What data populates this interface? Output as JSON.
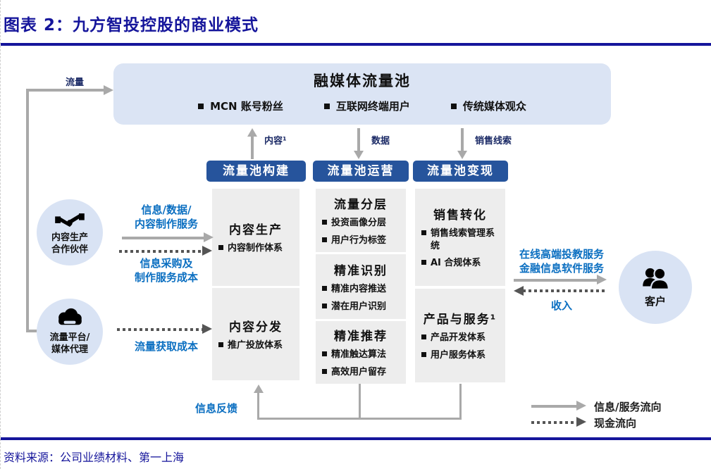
{
  "page": {
    "title": "图表 2：九方智投控股的商业模式",
    "source": "资料来源：公司业绩材料、第一上海"
  },
  "pool": {
    "title": "融媒体流量池",
    "items": [
      "MCN 账号粉丝",
      "互联网终端用户",
      "传统媒体观众"
    ]
  },
  "stages": [
    {
      "header": "流量池构建",
      "boxes": [
        {
          "title": "内容生产",
          "bullets": [
            "内容制作体系"
          ]
        },
        {
          "title": "内容分发",
          "bullets": [
            "推广投放体系"
          ]
        }
      ]
    },
    {
      "header": "流量池运营",
      "boxes": [
        {
          "title": "流量分层",
          "bullets": [
            "投资画像分层",
            "用户行为标签"
          ]
        },
        {
          "title": "精准识别",
          "bullets": [
            "精准内容推送",
            "潜在用户识别"
          ]
        },
        {
          "title": "精准推荐",
          "bullets": [
            "精准触达算法",
            "高效用户留存"
          ]
        }
      ]
    },
    {
      "header": "流量池变现",
      "boxes": [
        {
          "title": "销售转化",
          "bullets": [
            "销售线索管理系统",
            "AI 合规体系"
          ]
        },
        {
          "title": "产品与服务¹",
          "bullets": [
            "产品开发体系",
            "用户服务体系"
          ]
        }
      ]
    }
  ],
  "actors": {
    "content_partner": {
      "line1": "内容生产",
      "line2": "合作伙伴",
      "icon": "handshake-icon"
    },
    "traffic_platform": {
      "line1": "流量平台/",
      "line2": "媒体代理",
      "icon": "cloud-icon"
    },
    "customer": {
      "label": "客户",
      "icon": "people-icon"
    }
  },
  "flows": {
    "traffic": "流量",
    "content": "内容¹",
    "data": "数据",
    "sales_leads": "销售线索",
    "partner_services_line1": "信息/数据/",
    "partner_services_line2": "内容制作服务",
    "partner_cost_line1": "信息采购及",
    "partner_cost_line2": "制作服务成本",
    "traffic_cost": "流量获取成本",
    "customer_services_line1": "在线高端投教服务",
    "customer_services_line2": "金融信息软件服务",
    "revenue": "收入",
    "info_feedback": "信息反馈"
  },
  "legend": {
    "info_flow": "信息/服务流向",
    "cash_flow": "现金流向"
  },
  "colors": {
    "navy": "#15159B",
    "header_blue": "#26549C",
    "light_blue": "#DBE4F4",
    "box_gray": "#EDEDED",
    "label_blue": "#0B6FC1",
    "arrow_gray": "#A9A9A9",
    "arrow_dark": "#555555"
  }
}
